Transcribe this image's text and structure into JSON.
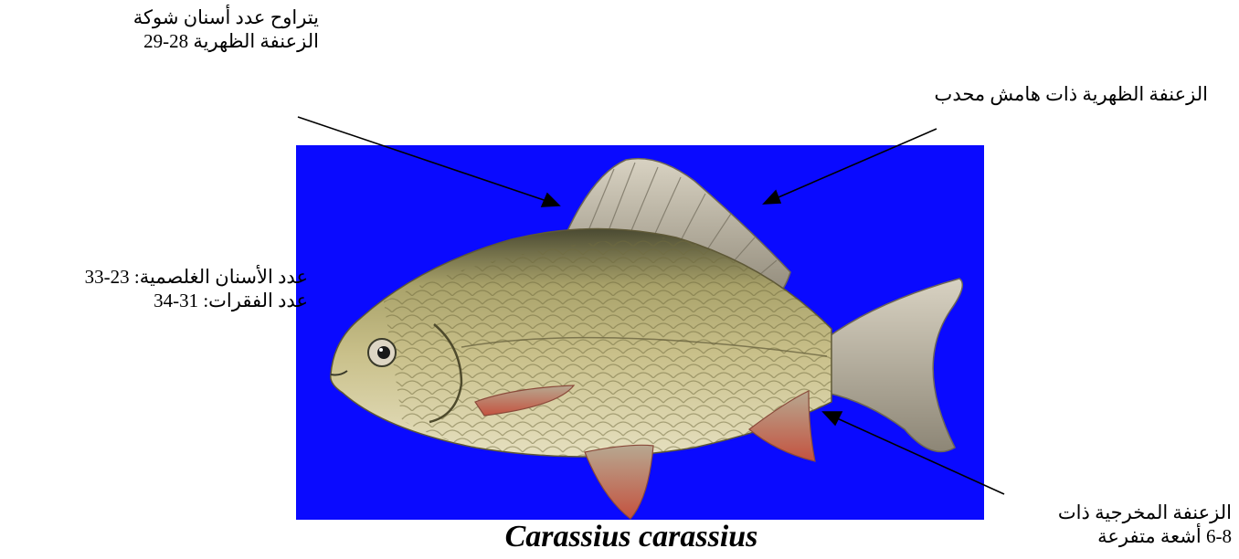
{
  "labels": {
    "dorsal_spine_teeth": [
      "يتراوح عدد أسنان شوكة",
      "الزعنفة الظهرية 28-29"
    ],
    "dorsal_fin_margin": "الزعنفة الظهرية ذات هامش محدب",
    "counts": [
      "عدد الأسنان الغلصمية: 23-33",
      "عدد الفقرات: 31-34"
    ],
    "anal_fin": [
      "الزعنفة المخرجية ذات",
      "6-8 أشعة متفرعة"
    ]
  },
  "caption": "Carassius carassius",
  "colors": {
    "plate_background": "#0a0aff",
    "fish_body": "#b9b179",
    "fins_red": "#c0584a",
    "arrow": "#000000"
  }
}
